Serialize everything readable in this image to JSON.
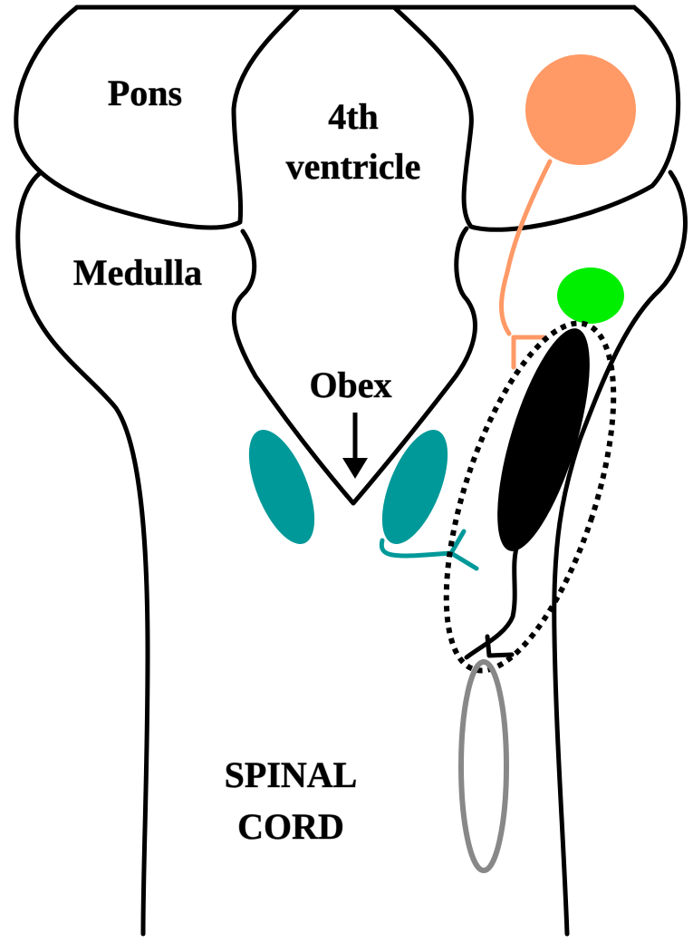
{
  "labels": {
    "pons": "Pons",
    "fourth_ventricle_line1": "4th",
    "fourth_ventricle_line2": "ventricle",
    "medulla": "Medulla",
    "obex": "Obex",
    "spinal_cord_line1": "SPINAL",
    "spinal_cord_line2": "CORD"
  },
  "colors": {
    "outline": "#000000",
    "upper_neuron": "#ff9966",
    "small_nucleus": "#00ee00",
    "paired_nuclei": "#009999",
    "elongated_neuron": "#000000",
    "dotted_enclosure": "#000000",
    "lower_target": "#888888"
  }
}
